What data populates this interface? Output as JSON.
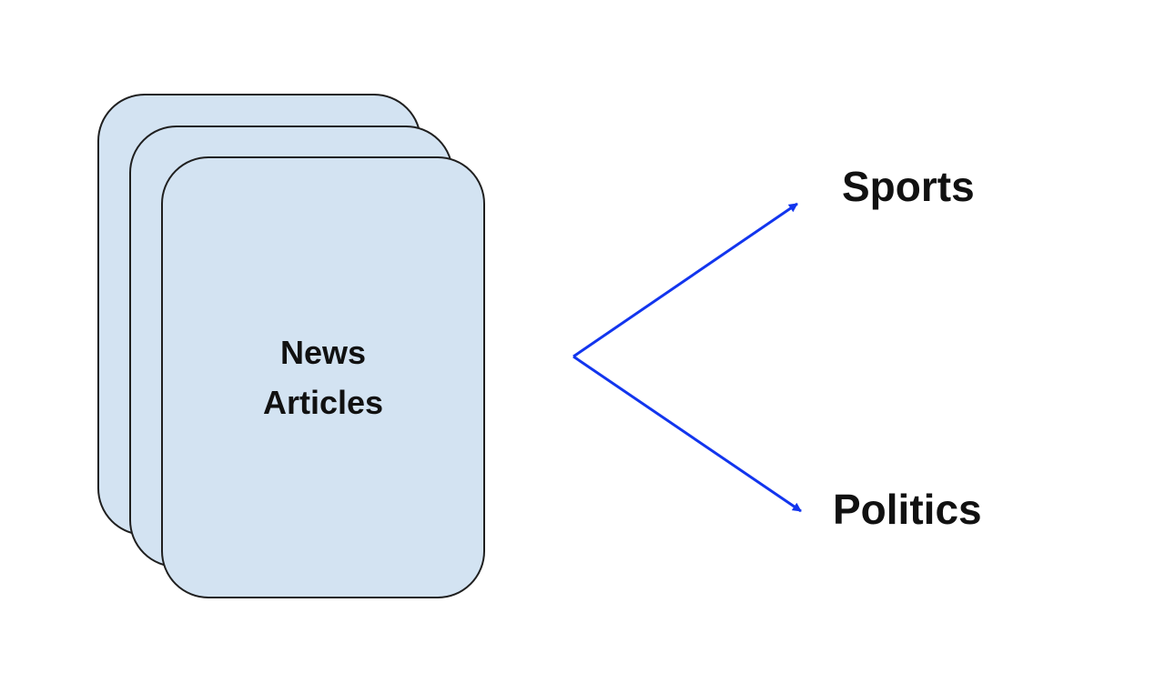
{
  "colors": {
    "card_fill": "#d3e3f2",
    "card_border": "#1f1f1f",
    "arrow": "#1235ee",
    "text": "#111111"
  },
  "source": {
    "label_lines": [
      "News",
      "Articles"
    ],
    "stack_count": 3
  },
  "categories": [
    {
      "label": "Sports"
    },
    {
      "label": "Politics"
    }
  ]
}
